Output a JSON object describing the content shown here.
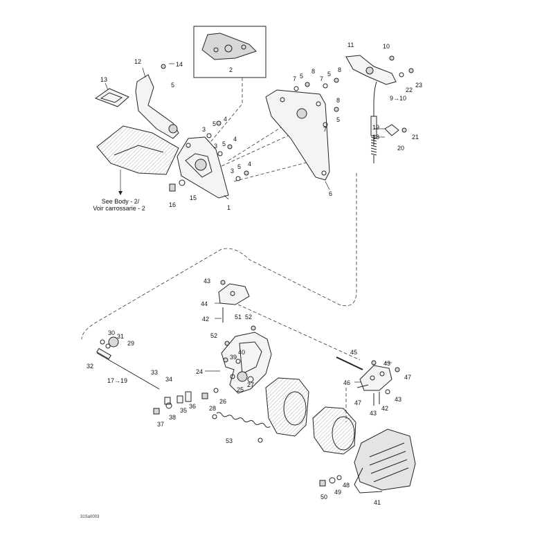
{
  "diagram": {
    "inset_label": "2",
    "body_note_line1": "See Body - 2/",
    "body_note_line2": "Voir carrossarie - 2",
    "drawing_code": "31Sa0003"
  },
  "callouts": [
    {
      "id": "c1",
      "text": "1"
    },
    {
      "id": "c2",
      "text": "2"
    },
    {
      "id": "c3a",
      "text": "3"
    },
    {
      "id": "c3b",
      "text": "3"
    },
    {
      "id": "c3c",
      "text": "3"
    },
    {
      "id": "c4a",
      "text": "4"
    },
    {
      "id": "c4b",
      "text": "4"
    },
    {
      "id": "c4c",
      "text": "4"
    },
    {
      "id": "c5a",
      "text": "5"
    },
    {
      "id": "c5b",
      "text": "5"
    },
    {
      "id": "c5c",
      "text": "5"
    },
    {
      "id": "c5d",
      "text": "5"
    },
    {
      "id": "c5e",
      "text": "5"
    },
    {
      "id": "c5f",
      "text": "5"
    },
    {
      "id": "c5g",
      "text": "5"
    },
    {
      "id": "c6",
      "text": "6"
    },
    {
      "id": "c7a",
      "text": "7"
    },
    {
      "id": "c7b",
      "text": "7"
    },
    {
      "id": "c7c",
      "text": "7"
    },
    {
      "id": "c8a",
      "text": "8"
    },
    {
      "id": "c8b",
      "text": "8"
    },
    {
      "id": "c8c",
      "text": "8"
    },
    {
      "id": "c9",
      "text": "9→10"
    },
    {
      "id": "c10",
      "text": "10"
    },
    {
      "id": "c11",
      "text": "11"
    },
    {
      "id": "c12",
      "text": "12"
    },
    {
      "id": "c13",
      "text": "13"
    },
    {
      "id": "c14",
      "text": "14"
    },
    {
      "id": "c15",
      "text": "15"
    },
    {
      "id": "c16",
      "text": "16"
    },
    {
      "id": "c17",
      "text": "17→19"
    },
    {
      "id": "c18",
      "text": "18"
    },
    {
      "id": "c19",
      "text": "19"
    },
    {
      "id": "c20",
      "text": "20"
    },
    {
      "id": "c21",
      "text": "21"
    },
    {
      "id": "c22",
      "text": "22"
    },
    {
      "id": "c23",
      "text": "23"
    },
    {
      "id": "c24",
      "text": "24"
    },
    {
      "id": "c25",
      "text": "25"
    },
    {
      "id": "c26",
      "text": "26"
    },
    {
      "id": "c27",
      "text": "27"
    },
    {
      "id": "c28",
      "text": "28"
    },
    {
      "id": "c29",
      "text": "29"
    },
    {
      "id": "c30",
      "text": "30"
    },
    {
      "id": "c31",
      "text": "31"
    },
    {
      "id": "c32",
      "text": "32"
    },
    {
      "id": "c33",
      "text": "33"
    },
    {
      "id": "c34",
      "text": "34"
    },
    {
      "id": "c35",
      "text": "35"
    },
    {
      "id": "c36",
      "text": "36"
    },
    {
      "id": "c37",
      "text": "37"
    },
    {
      "id": "c38",
      "text": "38"
    },
    {
      "id": "c39",
      "text": "39"
    },
    {
      "id": "c40",
      "text": "40"
    },
    {
      "id": "c41",
      "text": "41"
    },
    {
      "id": "c42a",
      "text": "42"
    },
    {
      "id": "c42b",
      "text": "42"
    },
    {
      "id": "c43a",
      "text": "43"
    },
    {
      "id": "c43b",
      "text": "43"
    },
    {
      "id": "c43c",
      "text": "43"
    },
    {
      "id": "c43d",
      "text": "43"
    },
    {
      "id": "c44",
      "text": "44"
    },
    {
      "id": "c45",
      "text": "45"
    },
    {
      "id": "c46",
      "text": "46"
    },
    {
      "id": "c47a",
      "text": "47"
    },
    {
      "id": "c47b",
      "text": "47"
    },
    {
      "id": "c48",
      "text": "48"
    },
    {
      "id": "c49",
      "text": "49"
    },
    {
      "id": "c50",
      "text": "50"
    },
    {
      "id": "c51",
      "text": "51"
    },
    {
      "id": "c52a",
      "text": "52"
    },
    {
      "id": "c52b",
      "text": "52"
    },
    {
      "id": "c53",
      "text": "53"
    }
  ]
}
